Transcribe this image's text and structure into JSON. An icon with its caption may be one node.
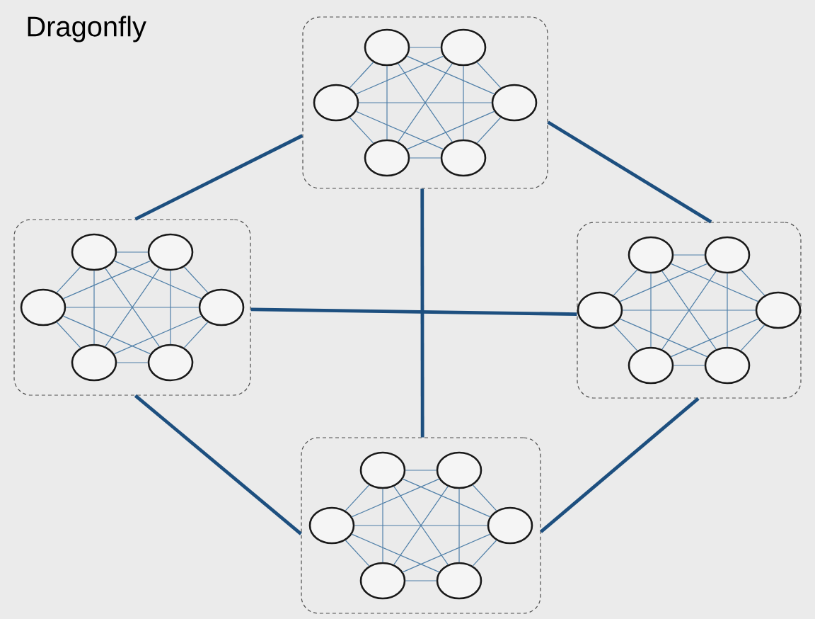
{
  "diagram": {
    "title": "Dragonfly",
    "nodes": [
      {
        "text": [],
        "shape": "box"
      },
      {
        "text": [],
        "shape": "box"
      },
      {
        "text": [],
        "shape": "box"
      },
      {
        "text": [],
        "shape": "box"
      },
      {
        "text": [],
        "shape": "circle",
        "in": 0
      },
      {
        "text": [],
        "shape": "circle",
        "in": 0
      },
      {
        "text": [],
        "shape": "circle",
        "in": 0
      },
      {
        "text": [],
        "shape": "circle",
        "in": 0
      },
      {
        "text": [],
        "shape": "circle",
        "in": 0
      },
      {
        "text": [],
        "shape": "circle",
        "in": 0
      },
      {
        "text": [],
        "shape": "circle",
        "in": 1
      },
      {
        "text": [],
        "shape": "circle",
        "in": 1
      },
      {
        "text": [],
        "shape": "circle",
        "in": 1
      },
      {
        "text": [],
        "shape": "circle",
        "in": 1
      },
      {
        "text": [],
        "shape": "circle",
        "in": 1
      },
      {
        "text": [],
        "shape": "circle",
        "in": 1
      },
      {
        "text": [],
        "shape": "circle",
        "in": 2
      },
      {
        "text": [],
        "shape": "circle",
        "in": 2
      },
      {
        "text": [],
        "shape": "circle",
        "in": 2
      },
      {
        "text": [],
        "shape": "circle",
        "in": 2
      },
      {
        "text": [],
        "shape": "circle",
        "in": 2
      },
      {
        "text": [],
        "shape": "circle",
        "in": 2
      },
      {
        "text": [],
        "shape": "circle",
        "in": 3
      },
      {
        "text": [],
        "shape": "circle",
        "in": 3
      },
      {
        "text": [],
        "shape": "circle",
        "in": 3
      },
      {
        "text": [],
        "shape": "circle",
        "in": 3
      },
      {
        "text": [],
        "shape": "circle",
        "in": 3
      },
      {
        "text": [],
        "shape": "circle",
        "in": 3
      }
    ],
    "edges": [
      {
        "from": 0,
        "to": 1,
        "arrow": "none",
        "style": "thick",
        "color": "#1d4f7f"
      },
      {
        "from": 0,
        "to": 2,
        "arrow": "none",
        "style": "thick",
        "color": "#1d4f7f"
      },
      {
        "from": 0,
        "to": 3,
        "arrow": "none",
        "style": "thick",
        "color": "#1d4f7f"
      },
      {
        "from": 1,
        "to": 2,
        "arrow": "none",
        "style": "thick",
        "color": "#1d4f7f"
      },
      {
        "from": 1,
        "to": 3,
        "arrow": "none",
        "style": "thick",
        "color": "#1d4f7f"
      },
      {
        "from": 2,
        "to": 3,
        "arrow": "none",
        "style": "thick",
        "color": "#1d4f7f"
      },
      {
        "from": 4,
        "to": 5,
        "arrow": "none"
      },
      {
        "from": 4,
        "to": 6,
        "arrow": "none"
      },
      {
        "from": 4,
        "to": 7,
        "arrow": "none"
      },
      {
        "from": 4,
        "to": 8,
        "arrow": "none"
      },
      {
        "from": 4,
        "to": 9,
        "arrow": "none"
      },
      {
        "from": 5,
        "to": 6,
        "arrow": "none"
      },
      {
        "from": 5,
        "to": 7,
        "arrow": "none"
      },
      {
        "from": 5,
        "to": 8,
        "arrow": "none"
      },
      {
        "from": 5,
        "to": 9,
        "arrow": "none"
      },
      {
        "from": 6,
        "to": 7,
        "arrow": "none"
      },
      {
        "from": 6,
        "to": 8,
        "arrow": "none"
      },
      {
        "from": 6,
        "to": 9,
        "arrow": "none"
      },
      {
        "from": 7,
        "to": 8,
        "arrow": "none"
      },
      {
        "from": 7,
        "to": 9,
        "arrow": "none"
      },
      {
        "from": 8,
        "to": 9,
        "arrow": "none"
      },
      {
        "from": 10,
        "to": 11,
        "arrow": "none"
      },
      {
        "from": 10,
        "to": 12,
        "arrow": "none"
      },
      {
        "from": 10,
        "to": 13,
        "arrow": "none"
      },
      {
        "from": 10,
        "to": 14,
        "arrow": "none"
      },
      {
        "from": 10,
        "to": 15,
        "arrow": "none"
      },
      {
        "from": 11,
        "to": 12,
        "arrow": "none"
      },
      {
        "from": 11,
        "to": 13,
        "arrow": "none"
      },
      {
        "from": 11,
        "to": 14,
        "arrow": "none"
      },
      {
        "from": 11,
        "to": 15,
        "arrow": "none"
      },
      {
        "from": 12,
        "to": 13,
        "arrow": "none"
      },
      {
        "from": 12,
        "to": 14,
        "arrow": "none"
      },
      {
        "from": 12,
        "to": 15,
        "arrow": "none"
      },
      {
        "from": 13,
        "to": 14,
        "arrow": "none"
      },
      {
        "from": 13,
        "to": 15,
        "arrow": "none"
      },
      {
        "from": 14,
        "to": 15,
        "arrow": "none"
      },
      {
        "from": 16,
        "to": 17,
        "arrow": "none"
      },
      {
        "from": 16,
        "to": 18,
        "arrow": "none"
      },
      {
        "from": 16,
        "to": 19,
        "arrow": "none"
      },
      {
        "from": 16,
        "to": 20,
        "arrow": "none"
      },
      {
        "from": 16,
        "to": 21,
        "arrow": "none"
      },
      {
        "from": 17,
        "to": 18,
        "arrow": "none"
      },
      {
        "from": 17,
        "to": 19,
        "arrow": "none"
      },
      {
        "from": 17,
        "to": 20,
        "arrow": "none"
      },
      {
        "from": 17,
        "to": 21,
        "arrow": "none"
      },
      {
        "from": 18,
        "to": 19,
        "arrow": "none"
      },
      {
        "from": 18,
        "to": 20,
        "arrow": "none"
      },
      {
        "from": 18,
        "to": 21,
        "arrow": "none"
      },
      {
        "from": 19,
        "to": 20,
        "arrow": "none"
      },
      {
        "from": 19,
        "to": 21,
        "arrow": "none"
      },
      {
        "from": 20,
        "to": 21,
        "arrow": "none"
      },
      {
        "from": 22,
        "to": 23,
        "arrow": "none"
      },
      {
        "from": 22,
        "to": 24,
        "arrow": "none"
      },
      {
        "from": 22,
        "to": 25,
        "arrow": "none"
      },
      {
        "from": 22,
        "to": 26,
        "arrow": "none"
      },
      {
        "from": 22,
        "to": 27,
        "arrow": "none"
      },
      {
        "from": 23,
        "to": 24,
        "arrow": "none"
      },
      {
        "from": 23,
        "to": 25,
        "arrow": "none"
      },
      {
        "from": 23,
        "to": 26,
        "arrow": "none"
      },
      {
        "from": 23,
        "to": 27,
        "arrow": "none"
      },
      {
        "from": 24,
        "to": 25,
        "arrow": "none"
      },
      {
        "from": 24,
        "to": 26,
        "arrow": "none"
      },
      {
        "from": 24,
        "to": 27,
        "arrow": "none"
      },
      {
        "from": 25,
        "to": 26,
        "arrow": "none"
      },
      {
        "from": 25,
        "to": 27,
        "arrow": "none"
      },
      {
        "from": 26,
        "to": 27,
        "arrow": "none"
      }
    ]
  }
}
